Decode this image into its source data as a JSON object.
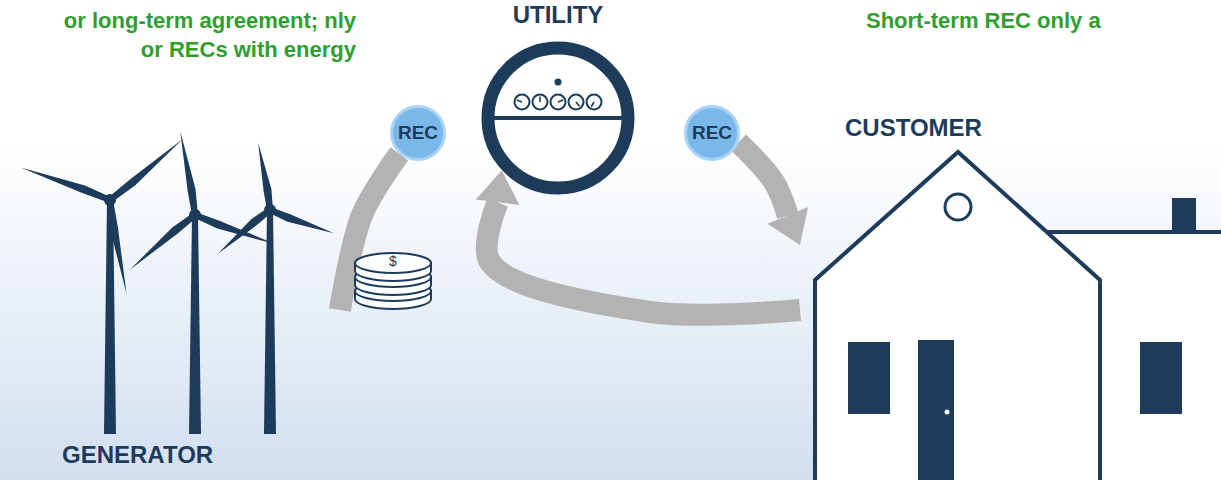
{
  "diagram": {
    "nodes": [
      {
        "text": [
          "UTILITY"
        ]
      },
      {
        "text": [
          "REC"
        ]
      },
      {
        "text": [
          "REC"
        ]
      },
      {
        "text": [
          "CUSTOMER"
        ]
      },
      {
        "text": [
          "GENERATOR"
        ]
      },
      {
        "text": [
          "$"
        ]
      }
    ],
    "edges": [
      {
        "from": 4,
        "to": 1,
        "arrow": "none"
      },
      {
        "from": 2,
        "to": 3,
        "arrow": "to"
      },
      {
        "from": 3,
        "to": 0,
        "arrow": "to"
      }
    ],
    "labels": [
      "or long-term agreement; nly or RECs with energy",
      "Short-term REC only a"
    ]
  }
}
